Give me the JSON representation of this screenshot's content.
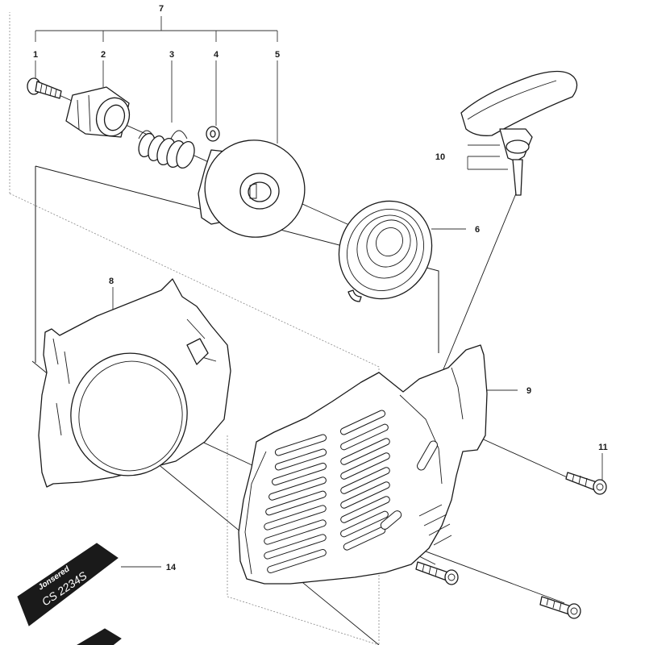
{
  "callouts": [
    {
      "id": "1",
      "label": "1"
    },
    {
      "id": "2",
      "label": "2"
    },
    {
      "id": "3",
      "label": "3"
    },
    {
      "id": "4",
      "label": "4"
    },
    {
      "id": "5",
      "label": "5"
    },
    {
      "id": "6",
      "label": "6"
    },
    {
      "id": "7",
      "label": "7"
    },
    {
      "id": "8",
      "label": "8"
    },
    {
      "id": "9",
      "label": "9"
    },
    {
      "id": "10",
      "label": "10"
    },
    {
      "id": "11",
      "label": "11"
    },
    {
      "id": "14",
      "label": "14"
    }
  ],
  "decal": {
    "brand": "Jonsered",
    "model": "CS 2234S",
    "color": "#1a1a1a"
  },
  "colors": {
    "line": "#1a1a1a",
    "background": "#ffffff"
  }
}
